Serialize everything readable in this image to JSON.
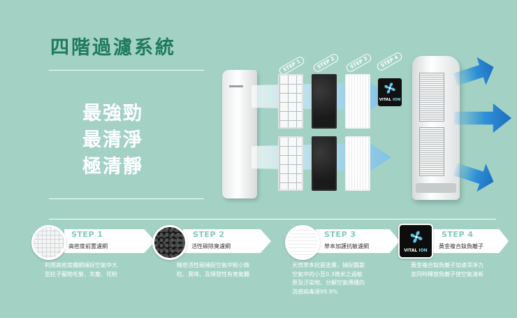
{
  "title": "四階過濾系統",
  "taglines": [
    "最強勁",
    "最清淨",
    "極清靜"
  ],
  "illustration": {
    "step_tags": [
      "STEP 1",
      "STEP 2",
      "STEP 3",
      "STEP 4"
    ],
    "vital_ion_logo": {
      "prefix": "VITAL ",
      "suffix": "ION",
      "icon": "fan-logo-icon"
    }
  },
  "steps": [
    {
      "step": "STEP 1",
      "name": "高密度前置濾網",
      "desc": [
        "利用高密度纖網捕捉空氣中大",
        "型粒子寵物毛髮、灰塵、花粉"
      ]
    },
    {
      "step": "STEP 2",
      "name": "活性碳除臭濾網",
      "desc": [
        "精密活性碳捕捉空氣中較小微",
        "粒、異味、及揮發性有害氣體"
      ]
    },
    {
      "step": "STEP 3",
      "name": "草本加護抗敏濾網",
      "desc": [
        "天然草本抗菌塗層，捕捉飄散",
        "空氣中的小至0.3微米之過敏",
        "原及汙染物，分解空氣傳播的",
        "流感病毒達99.9%"
      ]
    },
    {
      "step": "STEP 4",
      "name": "黃金複合鈦負離子",
      "desc": [
        "黃金複合鈦負離子加速潔淨力",
        "並同時釋放負離子使空氣清新"
      ]
    }
  ],
  "colors": {
    "background": "#a3d2c5",
    "title": "#1f7a5e",
    "step_accent": "#7fc9b4",
    "airflow": "#2d8fd6",
    "ion_accent": "#7fd7f5"
  }
}
